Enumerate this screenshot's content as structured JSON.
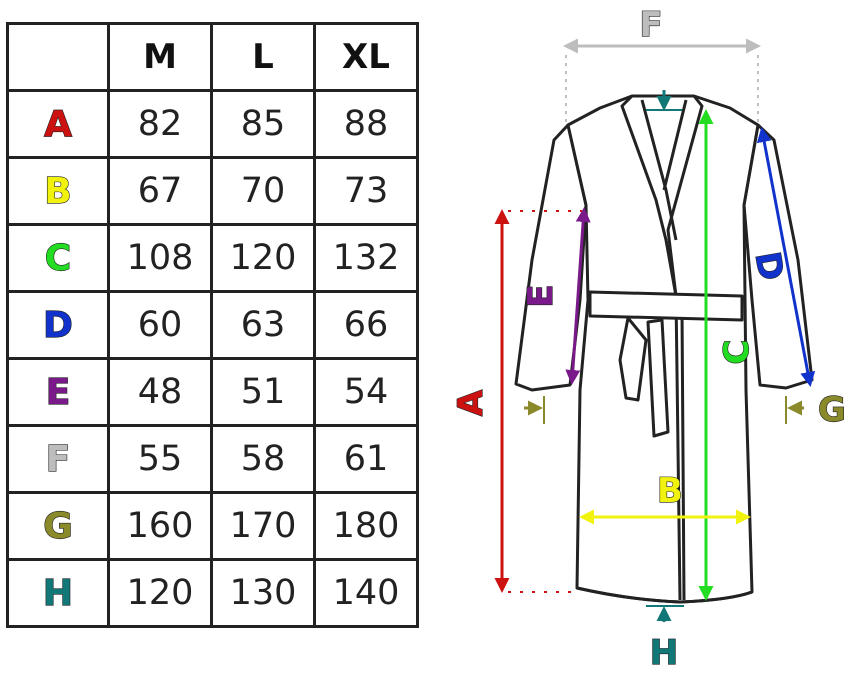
{
  "table": {
    "headers": [
      "",
      "M",
      "L",
      "XL"
    ],
    "rows": [
      {
        "letter": "A",
        "color": "#cc1111",
        "values": [
          "82",
          "85",
          "88"
        ]
      },
      {
        "letter": "B",
        "color": "#f2f20f",
        "values": [
          "67",
          "70",
          "73"
        ]
      },
      {
        "letter": "C",
        "color": "#22dd22",
        "values": [
          "108",
          "120",
          "132"
        ]
      },
      {
        "letter": "D",
        "color": "#1133cc",
        "values": [
          "60",
          "63",
          "66"
        ]
      },
      {
        "letter": "E",
        "color": "#7a1a8a",
        "values": [
          "48",
          "51",
          "54"
        ]
      },
      {
        "letter": "F",
        "color": "#bdbdbd",
        "values": [
          "55",
          "58",
          "61"
        ]
      },
      {
        "letter": "G",
        "color": "#8a8a2a",
        "values": [
          "160",
          "170",
          "180"
        ]
      },
      {
        "letter": "H",
        "color": "#117777",
        "values": [
          "120",
          "130",
          "140"
        ]
      }
    ]
  },
  "diagram": {
    "labels": {
      "A": "A",
      "B": "B",
      "C": "C",
      "D": "D",
      "E": "E",
      "F": "F",
      "G": "G",
      "H": "H"
    },
    "colors": {
      "A": "#cc1111",
      "B": "#f2f20f",
      "C": "#22dd22",
      "D": "#1133cc",
      "E": "#7a1a8a",
      "F": "#bdbdbd",
      "G": "#8a8a2a",
      "H": "#117777",
      "outline": "#222222"
    }
  }
}
